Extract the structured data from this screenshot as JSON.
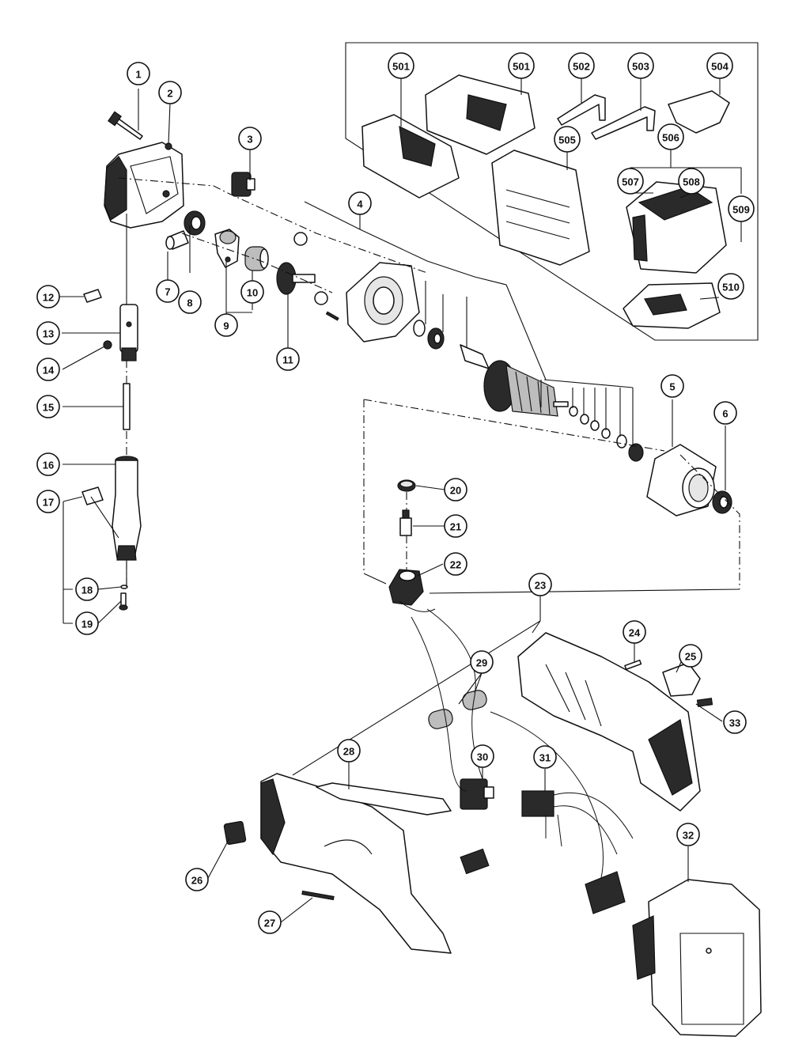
{
  "diagram": {
    "callouts": [
      {
        "id": "c1",
        "label": "1"
      },
      {
        "id": "c2",
        "label": "2"
      },
      {
        "id": "c3",
        "label": "3"
      },
      {
        "id": "c4",
        "label": "4"
      },
      {
        "id": "c5",
        "label": "5"
      },
      {
        "id": "c6",
        "label": "6"
      },
      {
        "id": "c7",
        "label": "7"
      },
      {
        "id": "c8",
        "label": "8"
      },
      {
        "id": "c9",
        "label": "9"
      },
      {
        "id": "c10",
        "label": "10"
      },
      {
        "id": "c11",
        "label": "11"
      },
      {
        "id": "c12",
        "label": "12"
      },
      {
        "id": "c13",
        "label": "13"
      },
      {
        "id": "c14",
        "label": "14"
      },
      {
        "id": "c15",
        "label": "15"
      },
      {
        "id": "c16",
        "label": "16"
      },
      {
        "id": "c17",
        "label": "17"
      },
      {
        "id": "c18",
        "label": "18"
      },
      {
        "id": "c19",
        "label": "19"
      },
      {
        "id": "c20",
        "label": "20"
      },
      {
        "id": "c21",
        "label": "21"
      },
      {
        "id": "c22",
        "label": "22"
      },
      {
        "id": "c23",
        "label": "23"
      },
      {
        "id": "c24",
        "label": "24"
      },
      {
        "id": "c25",
        "label": "25"
      },
      {
        "id": "c26",
        "label": "26"
      },
      {
        "id": "c27",
        "label": "27"
      },
      {
        "id": "c28",
        "label": "28"
      },
      {
        "id": "c29",
        "label": "29"
      },
      {
        "id": "c30",
        "label": "30"
      },
      {
        "id": "c31",
        "label": "31"
      },
      {
        "id": "c32",
        "label": "32"
      },
      {
        "id": "c33",
        "label": "33"
      },
      {
        "id": "c501a",
        "label": "501"
      },
      {
        "id": "c501b",
        "label": "501"
      },
      {
        "id": "c502",
        "label": "502"
      },
      {
        "id": "c503",
        "label": "503"
      },
      {
        "id": "c504",
        "label": "504"
      },
      {
        "id": "c505",
        "label": "505"
      },
      {
        "id": "c506",
        "label": "506"
      },
      {
        "id": "c507",
        "label": "507"
      },
      {
        "id": "c508",
        "label": "508"
      },
      {
        "id": "c509",
        "label": "509"
      },
      {
        "id": "c510",
        "label": "510"
      }
    ]
  }
}
